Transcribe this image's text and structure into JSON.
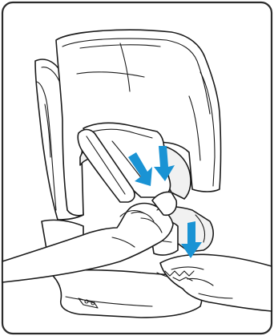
{
  "figure": {
    "kind": "instruction-illustration",
    "frame_color": "#2b2b2b",
    "arrow_color": "#1a93d4",
    "line_color": "#1b1b1b",
    "icons": [
      "child-seat",
      "hand",
      "down-arrow"
    ]
  }
}
